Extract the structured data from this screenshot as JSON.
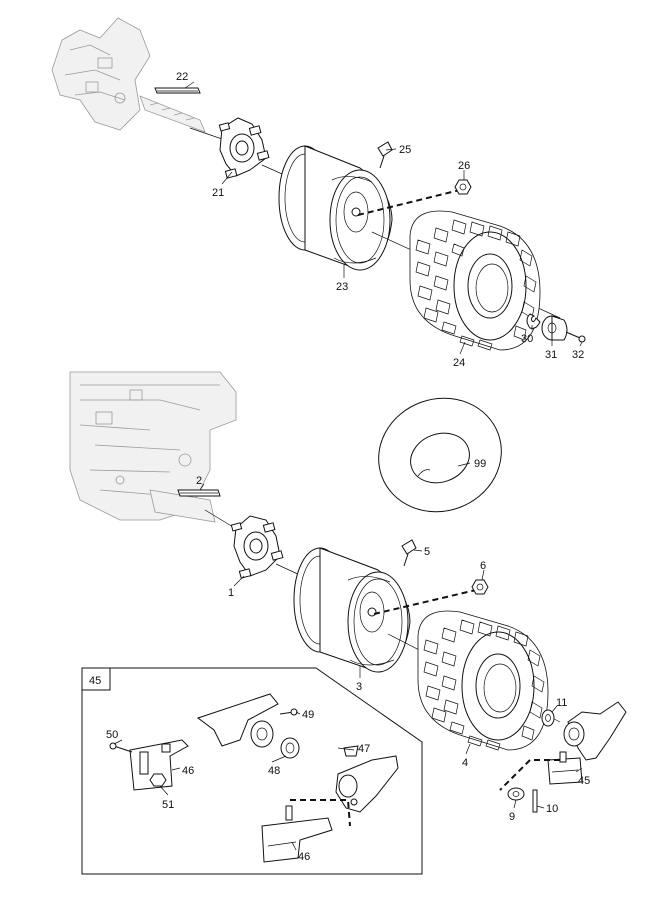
{
  "diagram": {
    "callouts": {
      "c1": "1",
      "c2": "2",
      "c3": "3",
      "c4": "4",
      "c5": "5",
      "c6": "6",
      "c9": "9",
      "c10": "10",
      "c11": "11",
      "c21": "21",
      "c22": "22",
      "c23": "23",
      "c24": "24",
      "c25": "25",
      "c26": "26",
      "c30": "30",
      "c31": "31",
      "c32": "32",
      "c45": "45",
      "c46a": "46",
      "c46b": "46",
      "c47": "47",
      "c48": "48",
      "c49": "49",
      "c50": "50",
      "c51": "51",
      "c99": "99"
    },
    "inset_title": "45"
  }
}
